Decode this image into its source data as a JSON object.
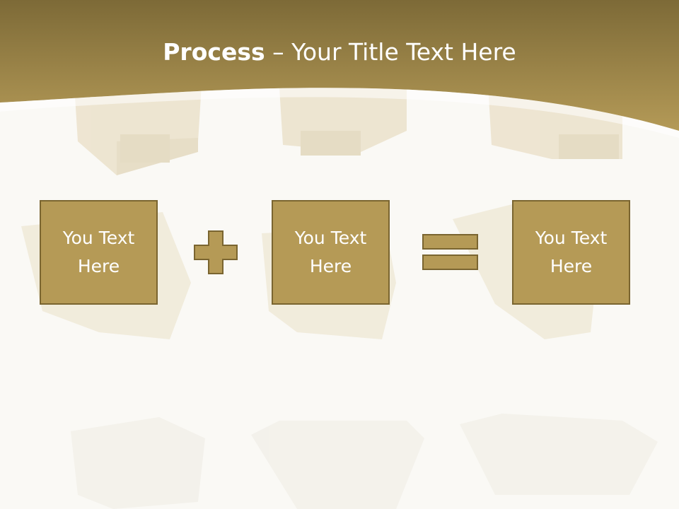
{
  "slide": {
    "title_bold": "Process",
    "title_rest": " – Your Title Text Here"
  },
  "process": {
    "boxes": [
      {
        "text": "You Text Here"
      },
      {
        "text": "You Text Here"
      },
      {
        "text": "You Text Here"
      }
    ],
    "operators": [
      "plus-icon",
      "equals-icon"
    ]
  },
  "colors": {
    "header_dark": "#7d6a37",
    "header_light": "#b49a57",
    "box_fill": "#b59a56",
    "box_border": "#7a6530",
    "background": "#faf9f5",
    "text": "#ffffff"
  }
}
